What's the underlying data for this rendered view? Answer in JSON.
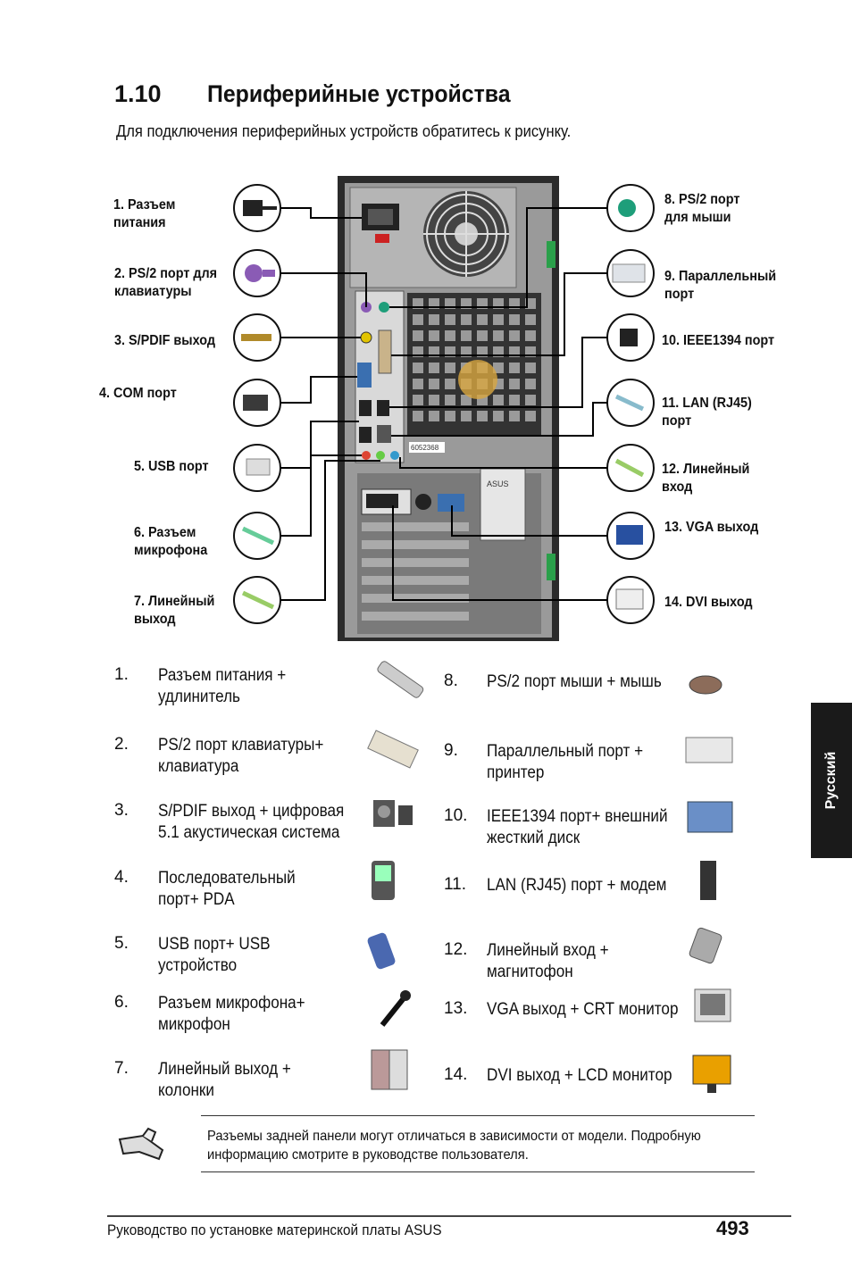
{
  "section": {
    "number": "1.10",
    "title": "Периферийные устройства"
  },
  "intro": "Для подключения периферийных устройств обратитесь к рисунку.",
  "connectors_left": [
    {
      "line1": "1. Разъем",
      "line2": "питания"
    },
    {
      "line1": "2. PS/2 порт для",
      "line2": "клавиатуры"
    },
    {
      "line1": "3. S/PDIF выход",
      "line2": ""
    },
    {
      "line1": "4. COM порт",
      "line2": ""
    },
    {
      "line1": "5. USB порт",
      "line2": ""
    },
    {
      "line1": "6. Разъем",
      "line2": "микрофона"
    },
    {
      "line1": "7. Линейный",
      "line2": "выход"
    }
  ],
  "connectors_right": [
    {
      "line1": "8. PS/2 порт",
      "line2": "для мыши"
    },
    {
      "line1": "9. Параллельный",
      "line2": "порт"
    },
    {
      "line1": "10. IEEE1394 порт",
      "line2": ""
    },
    {
      "line1": "11. LAN (RJ45)",
      "line2": "порт"
    },
    {
      "line1": "12. Линейный",
      "line2": "вход"
    },
    {
      "line1": "13. VGA выход",
      "line2": ""
    },
    {
      "line1": "14. DVI выход",
      "line2": ""
    }
  ],
  "panel": {
    "chip_label": "ASUS",
    "serial": "6052368"
  },
  "list_left": [
    {
      "num": "1.",
      "line1": "Разъем питания +",
      "line2": "удлинитель"
    },
    {
      "num": "2.",
      "line1": "PS/2 порт клавиатуры+",
      "line2": "клавиатура"
    },
    {
      "num": "3.",
      "line1": "S/PDIF выход + цифровая",
      "line2": "5.1 акустическая система"
    },
    {
      "num": "4.",
      "line1": "Последовательный",
      "line2": "порт+ PDA"
    },
    {
      "num": "5.",
      "line1": "USB порт+ USB",
      "line2": "устройство"
    },
    {
      "num": "6.",
      "line1": "Разъем микрофона+",
      "line2": "микрофон"
    },
    {
      "num": "7.",
      "line1": "Линейный выход +",
      "line2": "колонки"
    }
  ],
  "list_right": [
    {
      "num": "8.",
      "line1": "PS/2 порт мыши  + мышь",
      "line2": ""
    },
    {
      "num": "9.",
      "line1": "Параллельный порт +",
      "line2": "принтер"
    },
    {
      "num": "10.",
      "line1": "IEEE1394 порт+ внешний",
      "line2": "жесткий диск"
    },
    {
      "num": "11.",
      "line1": "LAN (RJ45) порт + модем",
      "line2": ""
    },
    {
      "num": "12.",
      "line1": "Линейный вход +",
      "line2": "магнитофон"
    },
    {
      "num": "13.",
      "line1": "VGA выход + CRT монитор",
      "line2": ""
    },
    {
      "num": "14.",
      "line1": "DVI выход + LCD монитор",
      "line2": ""
    }
  ],
  "side_tab": "Русский",
  "note": {
    "line1": "Разъемы задней панели могут отличаться в зависимости от модели. Подробную",
    "line2": "информацию смотрите в руководстве пользователя."
  },
  "footer": {
    "text": "Руководство по установке материнской платы ASUS",
    "page": "493"
  },
  "icons": {
    "note": "hand-pointer-icon"
  },
  "colors": {
    "ps2_mouse": "#1e9e7a",
    "ps2_keyboard": "#8a5bb5",
    "side_tab": "#1a1a1a",
    "panel_bg": "#8c8c8c"
  }
}
